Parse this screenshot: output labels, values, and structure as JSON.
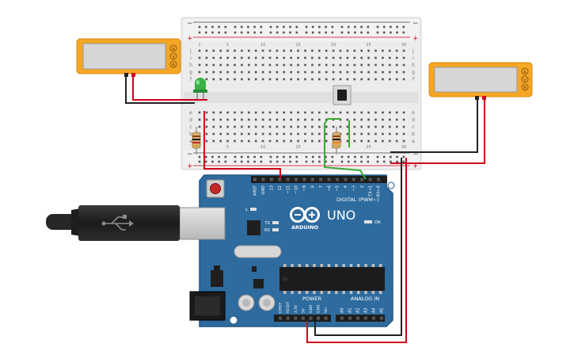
{
  "colors": {
    "board_blue": "#2e6b9e",
    "board_edge": "#215783",
    "meter_body": "#f5a623",
    "meter_screen": "#d6d6d6",
    "wire_red": "#d0021b",
    "wire_black": "#222222",
    "wire_green": "#3aa935",
    "led_green": "#3cb043",
    "breadboard": "#eeeeee",
    "rail_red": "#d0021b"
  },
  "multimeter_left": {
    "buttons": [
      "A",
      "V",
      "R"
    ]
  },
  "multimeter_right": {
    "buttons": [
      "A",
      "V",
      "R"
    ]
  },
  "breadboard": {
    "rail_plus": "+",
    "rail_minus": "−",
    "row_letters_top": [
      "j",
      "i",
      "h",
      "g",
      "f"
    ],
    "row_letters_bottom": [
      "e",
      "d",
      "c",
      "b",
      "a"
    ],
    "column_numbers": [
      "1",
      "5",
      "10",
      "15",
      "20",
      "25",
      "30"
    ]
  },
  "arduino": {
    "logo_text": "UNO",
    "brand_text": "ARDUINO",
    "digital_label": "DIGITAL (PWM~)",
    "power_label": "POWER",
    "analog_label": "ANALOG IN",
    "on_label": "ON",
    "l_label": "L",
    "tx_label": "TX",
    "rx_label": "RX",
    "digital_pins": [
      "AREF",
      "GND",
      "13",
      "12",
      "~11",
      "~10",
      "~9",
      "8",
      "7",
      "~6",
      "~5",
      "4",
      "~3",
      "2",
      "TX→1",
      "RX←0"
    ],
    "power_pins": [
      "IOREF",
      "RESET",
      "3.3V",
      "5V",
      "GND",
      "GND",
      "Vin"
    ],
    "analog_pins": [
      "A0",
      "A1",
      "A2",
      "A3",
      "A4",
      "A5"
    ]
  }
}
